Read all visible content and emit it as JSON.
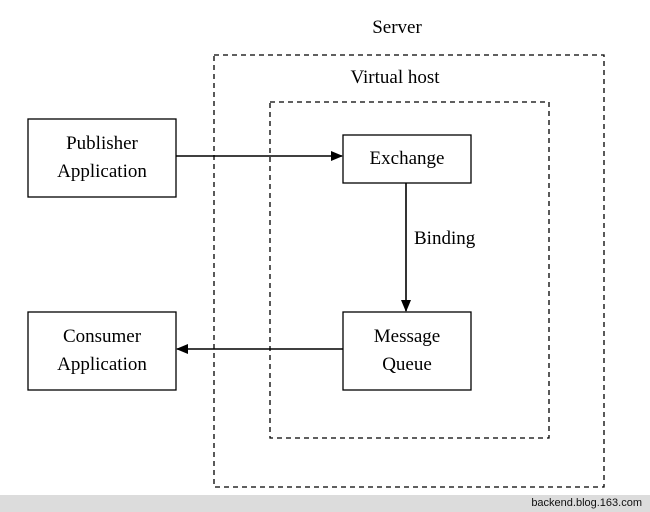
{
  "server": {
    "label": "Server"
  },
  "virtual_host": {
    "label": "Virtual host"
  },
  "publisher": {
    "line1": "Publisher",
    "line2": "Application"
  },
  "consumer": {
    "line1": "Consumer",
    "line2": "Application"
  },
  "exchange": {
    "label": "Exchange"
  },
  "queue": {
    "line1": "Message",
    "line2": "Queue"
  },
  "binding": {
    "label": "Binding"
  },
  "watermark": {
    "text": "backend.blog.163.com"
  },
  "colors": {
    "stroke": "#000000",
    "footer_bg": "#dcdcdc"
  }
}
